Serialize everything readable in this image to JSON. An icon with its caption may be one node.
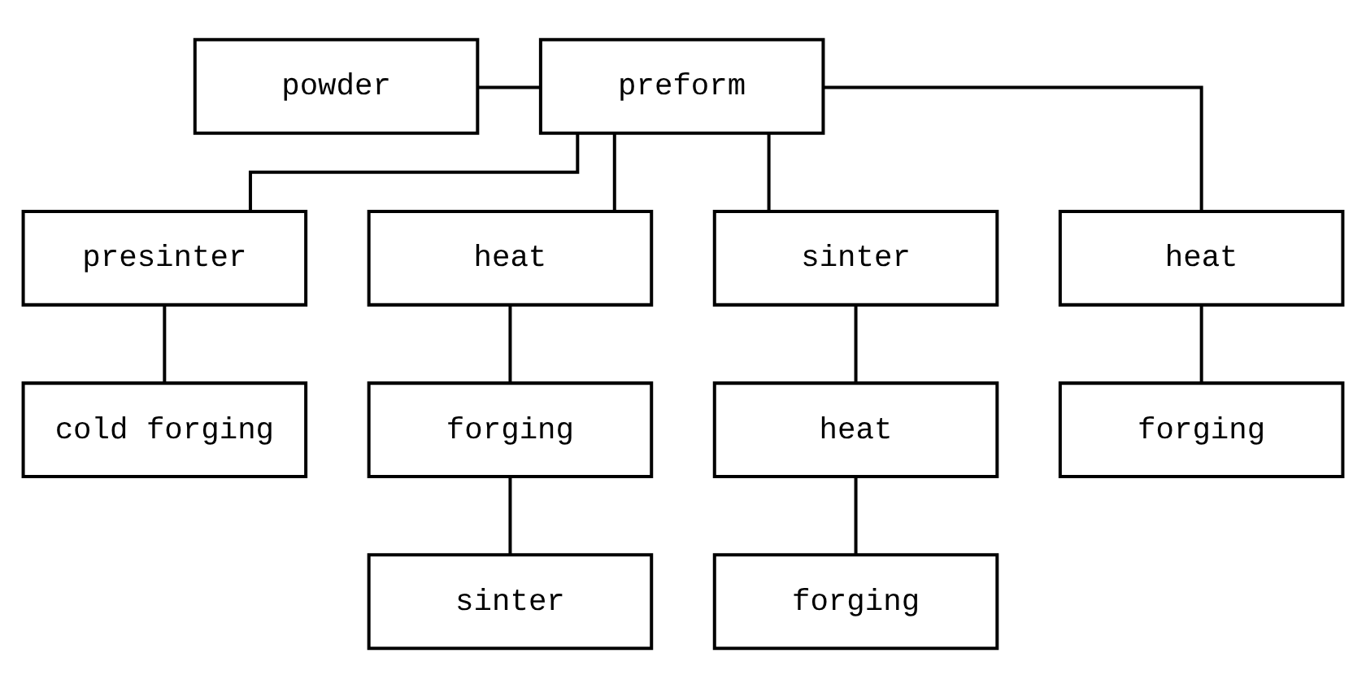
{
  "diagram": {
    "nodes": [
      {
        "text": [
          "powder"
        ]
      },
      {
        "text": [
          "preform"
        ]
      },
      {
        "text": [
          "presinter"
        ]
      },
      {
        "text": [
          "heat"
        ]
      },
      {
        "text": [
          "sinter"
        ]
      },
      {
        "text": [
          "heat"
        ]
      },
      {
        "text": [
          "cold forging"
        ]
      },
      {
        "text": [
          "forging"
        ]
      },
      {
        "text": [
          "heat"
        ]
      },
      {
        "text": [
          "forging"
        ]
      },
      {
        "text": [
          "sinter"
        ]
      },
      {
        "text": [
          "forging"
        ]
      }
    ],
    "edges": [
      {
        "from": 0,
        "to": 1,
        "arrow": "none"
      },
      {
        "from": 1,
        "to": 2,
        "arrow": "none"
      },
      {
        "from": 1,
        "to": 3,
        "arrow": "none"
      },
      {
        "from": 1,
        "to": 4,
        "arrow": "none"
      },
      {
        "from": 1,
        "to": 5,
        "arrow": "none"
      },
      {
        "from": 2,
        "to": 6,
        "arrow": "none"
      },
      {
        "from": 3,
        "to": 7,
        "arrow": "none"
      },
      {
        "from": 4,
        "to": 8,
        "arrow": "none"
      },
      {
        "from": 5,
        "to": 9,
        "arrow": "none"
      },
      {
        "from": 7,
        "to": 10,
        "arrow": "none"
      },
      {
        "from": 8,
        "to": 11,
        "arrow": "none"
      }
    ]
  }
}
